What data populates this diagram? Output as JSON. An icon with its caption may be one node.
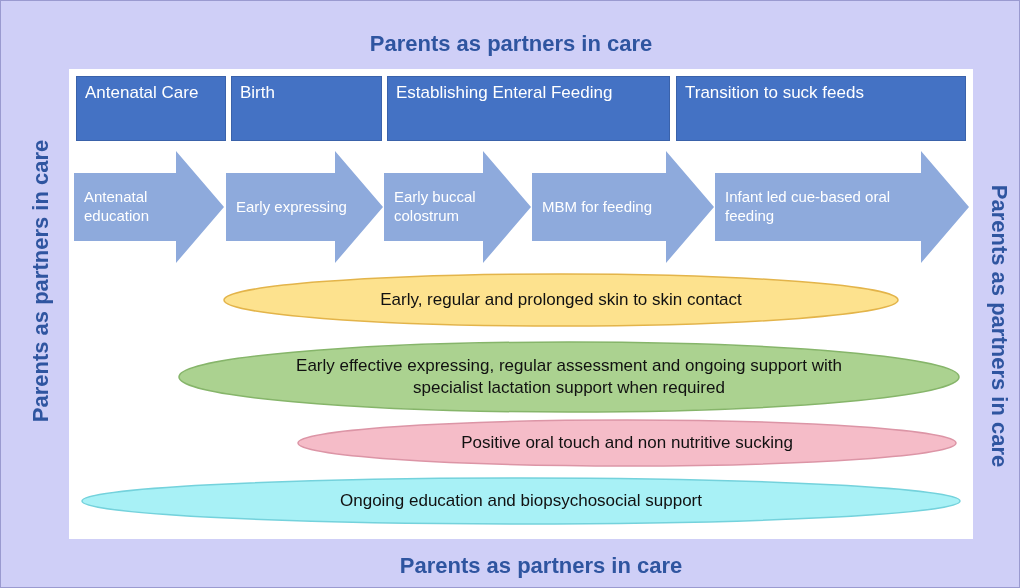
{
  "diagram": {
    "nodes": [
      {
        "text": [
          "Parents as partners in care",
          "Parents as partners in care",
          "Parents as partners in care",
          "Parents as partners in care"
        ]
      },
      {
        "text": [
          "Antenatal Care"
        ],
        "in": 0
      },
      {
        "text": [
          "Birth"
        ],
        "in": 0
      },
      {
        "text": [
          "Establishing Enteral Feeding"
        ],
        "in": 0
      },
      {
        "text": [
          "Transition to suck feeds"
        ],
        "in": 0
      },
      {
        "text": [
          "Antenatal education"
        ],
        "in": 0
      },
      {
        "text": [
          "Early expressing"
        ],
        "in": 0
      },
      {
        "text": [
          "Early buccal colostrum"
        ],
        "in": 0
      },
      {
        "text": [
          "MBM for feeding"
        ],
        "in": 0
      },
      {
        "text": [
          "Infant led cue-based oral feeding"
        ],
        "in": 0
      },
      {
        "text": [
          "Early, regular and prolonged skin to skin contact"
        ],
        "in": 0
      },
      {
        "text": [
          "Early effective expressing, regular assessment and ongoing support with specialist lactation support when required"
        ],
        "in": 0
      },
      {
        "text": [
          "Positive oral touch and non nutritive sucking"
        ],
        "in": 0
      },
      {
        "text": [
          "Ongoing education and biopsychosocial support"
        ],
        "in": 0
      }
    ],
    "edges": []
  }
}
